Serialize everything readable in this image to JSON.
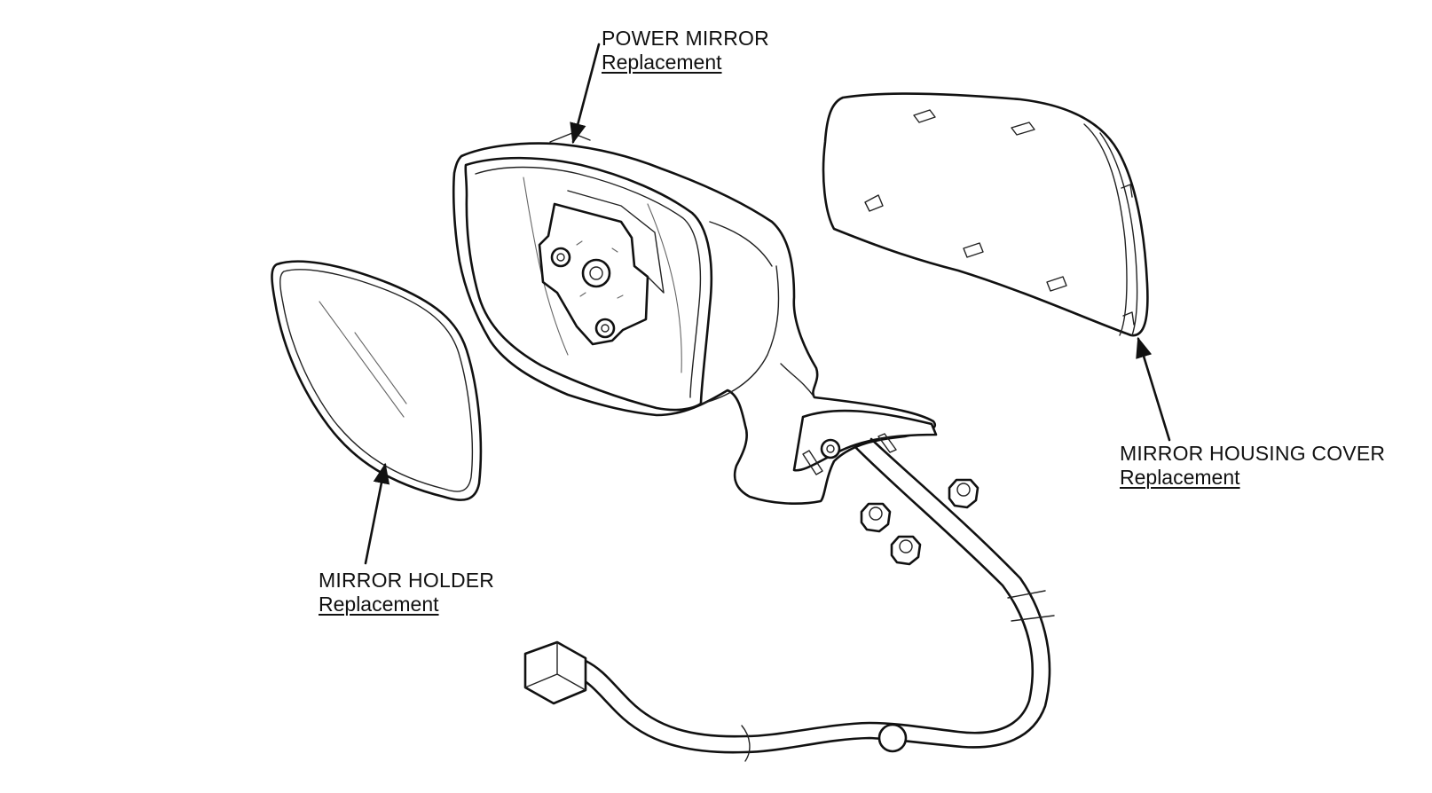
{
  "callouts": {
    "power_mirror": {
      "title": "POWER MIRROR",
      "link": "Replacement"
    },
    "mirror_housing_cover": {
      "title": "MIRROR HOUSING COVER",
      "link": "Replacement"
    },
    "mirror_holder": {
      "title": "MIRROR HOLDER",
      "link": "Replacement"
    }
  }
}
